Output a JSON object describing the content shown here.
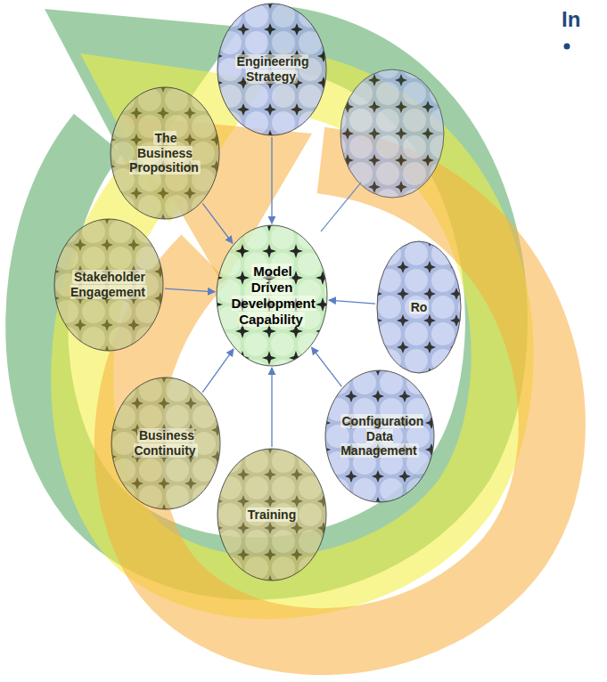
{
  "diagram": {
    "title": "In",
    "nodes": [
      {
        "text": [
          "Engineering Strategy"
        ]
      },
      {
        "text": [
          "The Business Proposition"
        ]
      },
      {
        "text": [
          "Stakeholder Engagement"
        ]
      },
      {
        "text": [
          "Model Driven Development Capability"
        ]
      },
      {
        "text": [
          "Ro"
        ]
      },
      {
        "text": [
          "Business Continuity"
        ]
      },
      {
        "text": [
          "Configuration Data Management"
        ]
      },
      {
        "text": [
          "Training"
        ]
      }
    ],
    "edges": [
      {
        "from": 0,
        "to": 3,
        "arrow": "to"
      },
      {
        "from": 1,
        "to": 3,
        "arrow": "to"
      },
      {
        "from": 2,
        "to": 3,
        "arrow": "to"
      },
      {
        "from": 4,
        "to": 3,
        "arrow": "to"
      },
      {
        "from": 5,
        "to": 3,
        "arrow": "to"
      },
      {
        "from": 6,
        "to": 3,
        "arrow": "to"
      },
      {
        "from": 7,
        "to": 3,
        "arrow": "to"
      }
    ]
  }
}
